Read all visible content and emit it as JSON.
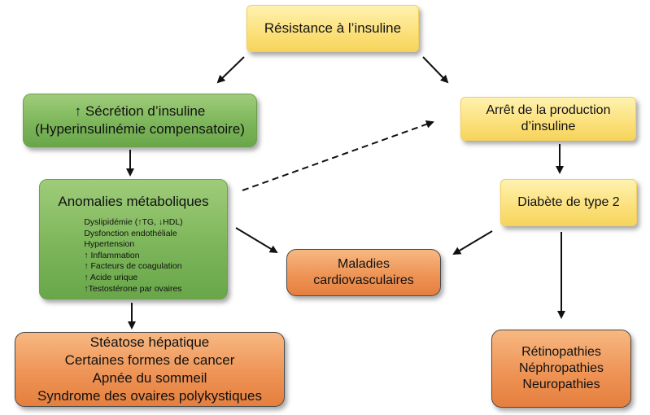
{
  "nodes": {
    "insulin_resistance": "Résistance à l’insuline",
    "insulin_secretion": {
      "line1": "↑ Sécrétion d’insuline",
      "line2": "(Hyperinsulinémie compensatoire)"
    },
    "production_stop": {
      "line1": "Arrêt de la production",
      "line2": "d’insuline"
    },
    "metabolic_anomalies": {
      "title": "Anomalies métaboliques",
      "items": [
        "Dyslipidémie (↑TG, ↓HDL)",
        "Dysfonction endothéliale",
        "Hypertension",
        "↑ Inflammation",
        "↑ Facteurs de coagulation",
        "↑ Acide urique",
        "↑Testostérone par ovaires"
      ]
    },
    "type2_diabetes": "Diabète de type 2",
    "cardiovascular": {
      "line1": "Maladies",
      "line2": "cardiovasculaires"
    },
    "complications_metabolic": [
      "Stéatose hépatique",
      "Certaines formes de cancer",
      "Apnée du sommeil",
      "Syndrome des ovaires polykystiques"
    ],
    "complications_diabetes": [
      "Rétinopathies",
      "Néphropathies",
      "Neuropathies"
    ]
  },
  "colors": {
    "yellow": "#fbe07a",
    "green": "#7db65a",
    "orange": "#ee9456",
    "arrow": "#111111"
  }
}
